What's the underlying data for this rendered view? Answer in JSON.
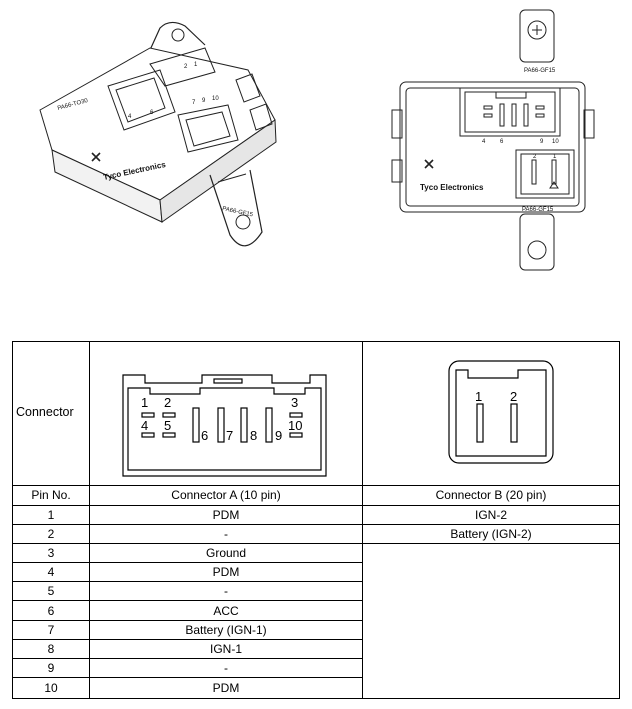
{
  "illustration": {
    "left_label": "PA66-TO30",
    "left_pins_upper": [
      "4",
      "6",
      "7",
      "9",
      "10"
    ],
    "left_pins_lower": [
      "2",
      "1"
    ],
    "left_brand": "Tyco Electronics",
    "left_bottom_label": "PA66-GF15",
    "right_top_label": "PA66-GF15",
    "right_pins_upper": [
      "4",
      "6",
      "9",
      "10"
    ],
    "right_pins_lower": [
      "2",
      "1"
    ],
    "right_brand": "Tyco Electronics",
    "right_bottom_label": "PA66-GF15"
  },
  "table": {
    "row_header": "Connector",
    "connector_a_pins": [
      "1",
      "2",
      "3",
      "4",
      "5",
      "6",
      "7",
      "8",
      "9",
      "10"
    ],
    "connector_b_pins": [
      "1",
      "2"
    ],
    "headers": [
      "Pin No.",
      "Connector A (10 pin)",
      "Connector B (20 pin)"
    ],
    "rows": [
      {
        "pin": "1",
        "a": "PDM",
        "b": "IGN-2"
      },
      {
        "pin": "2",
        "a": "-",
        "b": "Battery (IGN-2)"
      },
      {
        "pin": "3",
        "a": "Ground",
        "b": ""
      },
      {
        "pin": "4",
        "a": "PDM",
        "b": ""
      },
      {
        "pin": "5",
        "a": "-",
        "b": ""
      },
      {
        "pin": "6",
        "a": "ACC",
        "b": ""
      },
      {
        "pin": "7",
        "a": "Battery (IGN-1)",
        "b": ""
      },
      {
        "pin": "8",
        "a": "IGN-1",
        "b": ""
      },
      {
        "pin": "9",
        "a": "-",
        "b": ""
      },
      {
        "pin": "10",
        "a": "PDM",
        "b": ""
      }
    ]
  }
}
